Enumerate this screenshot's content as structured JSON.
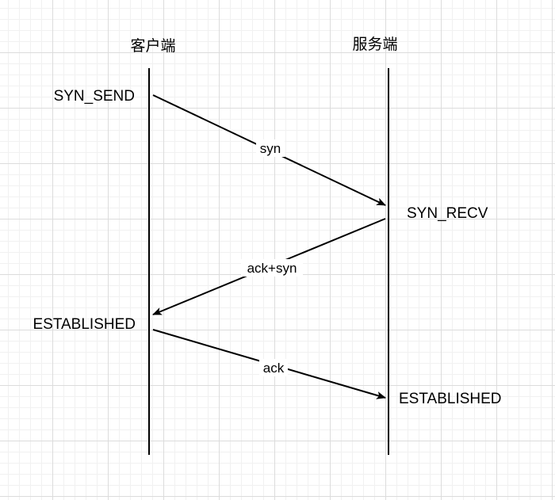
{
  "participants": {
    "client": "客户端",
    "server": "服务端"
  },
  "states": {
    "client_initial": "SYN_SEND",
    "server_received": "SYN_RECV",
    "client_established": "ESTABLISHED",
    "server_established": "ESTABLISHED"
  },
  "messages": {
    "first": "syn",
    "second": "ack+syn",
    "third": "ack"
  },
  "colors": {
    "line": "#000000",
    "grid_major": "#dcdcdc",
    "grid_minor": "#f1f1f1",
    "background": "#ffffff"
  }
}
